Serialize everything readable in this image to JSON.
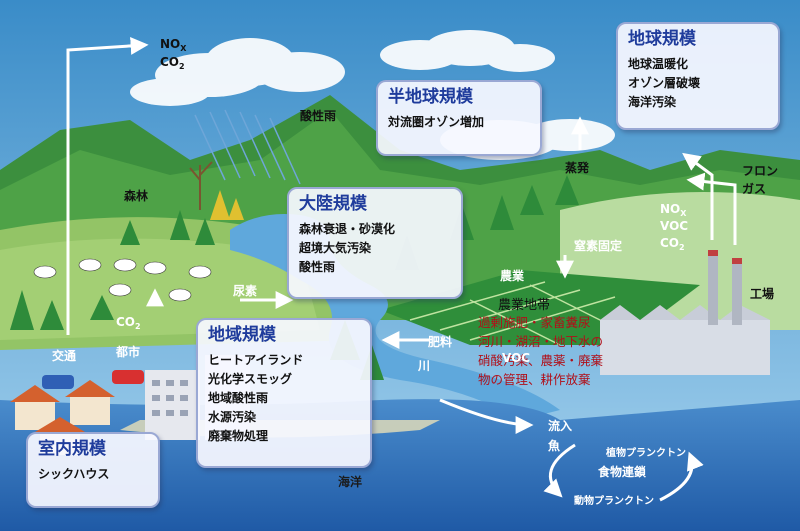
{
  "boxes": {
    "global": {
      "title": "地球規模",
      "items": [
        "地球温暖化",
        "オゾン層破壊",
        "海洋汚染"
      ]
    },
    "semi_global": {
      "title": "半地球規模",
      "items": [
        "対流圏オゾン増加"
      ]
    },
    "continental": {
      "title": "大陸規模",
      "items": [
        "森林衰退・砂漠化",
        "超境大気汚染",
        "酸性雨"
      ]
    },
    "regional": {
      "title": "地域規模",
      "items": [
        "ヒートアイランド",
        "光化学スモッグ",
        "地域酸性雨",
        "水源汚染",
        "廃棄物処理"
      ]
    },
    "indoor": {
      "title": "室内規模",
      "items": [
        "シックハウス"
      ]
    }
  },
  "agri_box": {
    "title": "農業地帯",
    "items": [
      "過剰施肥・家畜糞尿",
      "河川・湖沼・地下水の",
      "硝酸汚染、農薬・廃棄",
      "物の管理、耕作放棄"
    ]
  },
  "labels": {
    "nox_top": "NO",
    "nox_top_sub": "X",
    "co2_top": "CO",
    "co2_top_sub": "2",
    "acid_rain": "酸性雨",
    "forest": "森林",
    "transport": "交通",
    "city": "都市",
    "co2_mid": "CO",
    "co2_mid_sub": "2",
    "urine": "尿素",
    "evaporation": "蒸発",
    "freon": "フロン",
    "gas": "ガス",
    "nox_right": "NO",
    "nox_right_sub": "X",
    "voc_right": "VOC",
    "co2_right": "CO",
    "co2_right_sub": "2",
    "nitrogen_fixation": "窒素固定",
    "agriculture": "農業",
    "factory": "工場",
    "fertilizer": "肥料",
    "voc_mid": "VOC",
    "river": "川",
    "inflow": "流入",
    "fish": "魚",
    "phytoplankton": "植物プランクトン",
    "food_chain": "食物連鎖",
    "zooplankton": "動物プランクトン",
    "ocean": "海洋"
  },
  "colors": {
    "sky": "#4f9fd2",
    "mountain": "#3f9a4a",
    "field": "#8cc060",
    "sea": "#3070b8",
    "river": "#5fa8dc",
    "box_title": "#1f3c9c",
    "agri_text": "#b0101a"
  }
}
